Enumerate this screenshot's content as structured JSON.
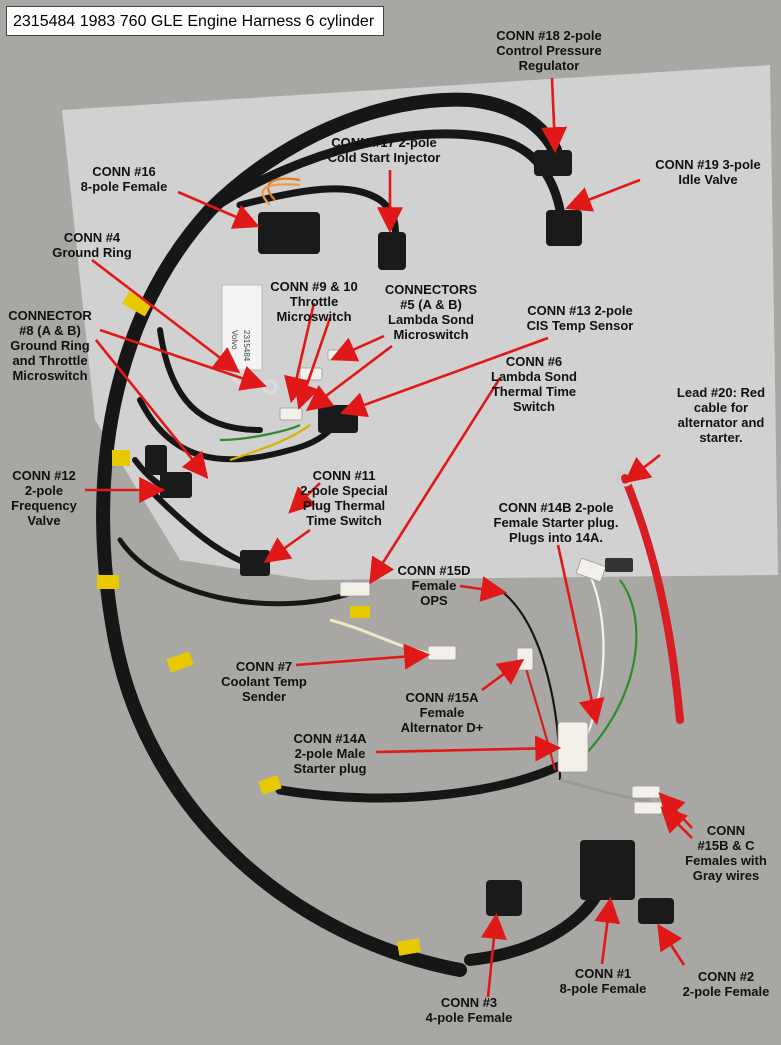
{
  "title": "2315484  1983 760 GLE Engine Harness 6 cylinder",
  "colors": {
    "annotation_arrow": "#e01818",
    "harness_wire": "#161616",
    "tape_yellow": "#e8c800",
    "red_cable": "#d81d24",
    "green_wire": "#2e8b2e",
    "plastic_sheet": "#d7d8d8",
    "concrete": "#a9a7a4"
  },
  "labels": {
    "c18": [
      "CONN #18 2-pole",
      "Control Pressure",
      "Regulator"
    ],
    "c17": [
      "CONN #17  2-pole",
      "Cold Start Injector"
    ],
    "c16": [
      "CONN #16",
      "8-pole Female"
    ],
    "c19": [
      "CONN #19  3-pole",
      "Idle Valve"
    ],
    "c4": [
      "CONN #4",
      "Ground Ring"
    ],
    "c9_10": [
      "CONN #9 & 10",
      "Throttle",
      "Microswitch"
    ],
    "c5": [
      "CONNECTORS",
      "#5 (A & B)",
      "Lambda Sond",
      "Microswitch"
    ],
    "c13": [
      "CONN #13  2-pole",
      "CIS Temp Sensor"
    ],
    "c8": [
      "CONNECTOR",
      "#8 (A & B)",
      "Ground Ring",
      "and Throttle",
      "Microswitch"
    ],
    "c6": [
      "CONN #6",
      "Lambda Sond",
      "Thermal Time",
      "Switch"
    ],
    "lead20": [
      "Lead #20: Red",
      "cable for",
      "alternator and",
      "starter."
    ],
    "c12": [
      "CONN #12",
      "2-pole",
      "Frequency",
      "Valve"
    ],
    "c11": [
      "CONN #11",
      "2-pole Special",
      "Plug Thermal",
      "Time Switch"
    ],
    "c14b": [
      "CONN #14B 2-pole",
      "Female Starter plug.",
      "Plugs into 14A."
    ],
    "c15d": [
      "CONN #15D",
      "Female",
      "OPS"
    ],
    "c7": [
      "CONN #7",
      "Coolant Temp",
      "Sender"
    ],
    "c15a": [
      "CONN #15A",
      "Female",
      "Alternator D+"
    ],
    "c14a": [
      "CONN #14A",
      "2-pole Male",
      "Starter plug"
    ],
    "c15bc": [
      "CONN",
      "#15B & C",
      "Females with",
      "Gray wires"
    ],
    "c1": [
      "CONN #1",
      "8-pole Female"
    ],
    "c2": [
      "CONN #2",
      "2-pole Female"
    ],
    "c3": [
      "CONN #3",
      "4-pole Female"
    ]
  },
  "sticker_text": [
    "Volvo",
    "2315484"
  ]
}
